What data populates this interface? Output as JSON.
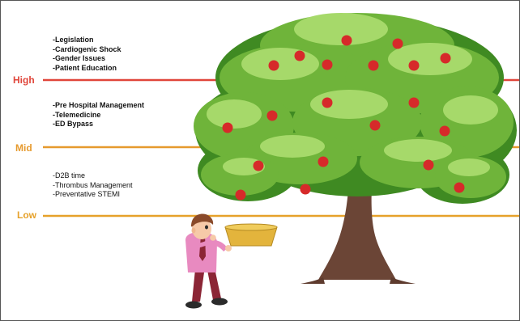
{
  "levels": {
    "high": {
      "label": "High",
      "color": "#e0453a",
      "items": [
        "-Legislation",
        "-Cardiogenic Shock",
        "-Gender Issues",
        "-Patient Education"
      ]
    },
    "mid": {
      "label": "Mid",
      "color": "#e69a2e",
      "items": [
        "-Pre Hospital Management",
        "-Telemedicine",
        "-ED Bypass"
      ]
    },
    "low": {
      "label": "Low",
      "color": "#e6a12a",
      "items": [
        "-D2B time",
        "-Thrombus Management",
        "-Preventative STEMI"
      ]
    }
  },
  "illustration": {
    "tree": "apple-tree-icon",
    "apple": "apple-icon",
    "basket": "basket-icon",
    "person": "person-with-basket-icon",
    "colors": {
      "foliage": "#6fb43a",
      "foliage_light": "#a6d96a",
      "foliage_dark": "#3f8a22",
      "trunk": "#6b4536",
      "apple": "#d62a2a",
      "basket": "#e3b43c"
    }
  }
}
